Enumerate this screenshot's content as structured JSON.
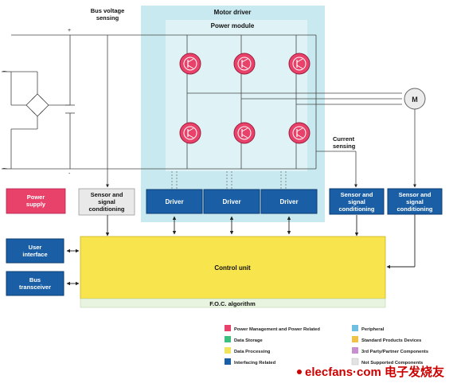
{
  "labels": {
    "motor_driver": "Motor driver",
    "power_module": "Power module",
    "bus_voltage_line1": "Bus voltage",
    "bus_voltage_line2": "sensing",
    "current_line1": "Current",
    "current_line2": "sensing",
    "motor": "M",
    "ac_symbol": "~",
    "plus": "+",
    "minus": "-",
    "power_supply_line1": "Power",
    "power_supply_line2": "supply",
    "sensor_line1": "Sensor and",
    "sensor_line2": "signal",
    "sensor_line3": "conditioning",
    "driver": "Driver",
    "user_interface_line1": "User",
    "user_interface_line2": "interface",
    "bus_transceiver_line1": "Bus",
    "bus_transceiver_line2": "transceiver",
    "control_unit": "Control unit",
    "foc": "F.O.C. algorithm",
    "watermark": "elecfans·com 电子发烧友"
  },
  "colors": {
    "blue": "#1a5fa6",
    "red": "#e8426a",
    "gray_box": "#e9e9e9",
    "yellow": "#f8e44c",
    "light_blue_outer": "#c7e9ef",
    "light_blue_inner": "#dff3f6",
    "foc_green": "#e8f4e0"
  },
  "legend": [
    {
      "label": "Power Management and Power Related",
      "color": "#e8426a"
    },
    {
      "label": "Peripheral",
      "color": "#6fbfe0"
    },
    {
      "label": "Data Storage",
      "color": "#3fbf7f"
    },
    {
      "label": "Standard Products Devices",
      "color": "#f0c24a"
    },
    {
      "label": "Data Processing",
      "color": "#f3e35a"
    },
    {
      "label": "3rd Party/Partner Components",
      "color": "#c78fd0"
    },
    {
      "label": "Interfacing Related",
      "color": "#1a5fa6"
    },
    {
      "label": "Not Supported Components",
      "color": "#e3e3e3"
    }
  ]
}
